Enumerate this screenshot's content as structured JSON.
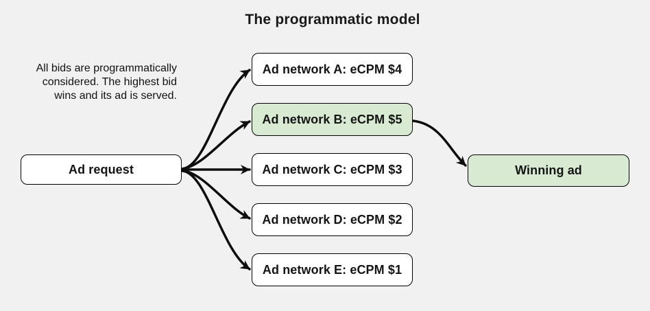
{
  "title": "The programmatic model",
  "annotation": "All bids are programmatically\nconsidered. The highest bid\nwins and its ad is served.",
  "nodes": {
    "ad_request": {
      "label": "Ad request"
    },
    "networks": [
      {
        "label": "Ad network A: eCPM $4",
        "highlight": false
      },
      {
        "label": "Ad network B: eCPM $5",
        "highlight": true
      },
      {
        "label": "Ad network C: eCPM $3",
        "highlight": false
      },
      {
        "label": "Ad network D: eCPM $2",
        "highlight": false
      },
      {
        "label": "Ad network E: eCPM $1",
        "highlight": false
      }
    ],
    "winning_ad": {
      "label": "Winning ad"
    }
  },
  "edges": [
    "ad-request to ad-network-a",
    "ad-request to ad-network-b",
    "ad-request to ad-network-c",
    "ad-request to ad-network-d",
    "ad-request to ad-network-e",
    "ad-network-b to winning-ad"
  ],
  "colors": {
    "background": "#f1f1f2",
    "box_fill": "#ffffff",
    "highlight_fill": "#d9ead3",
    "box_border": "#000000",
    "text": "#1f1f1f",
    "arrow": "#0d0d0d"
  }
}
